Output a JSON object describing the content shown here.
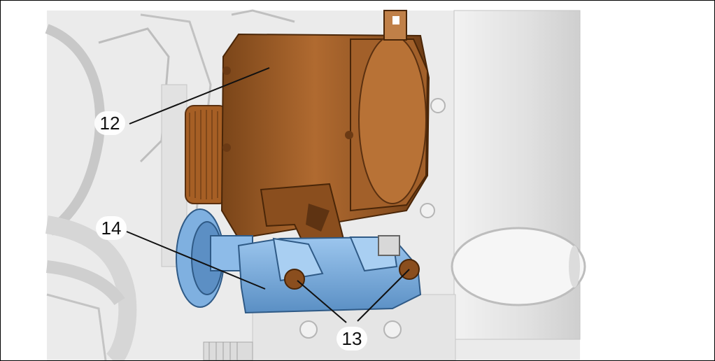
{
  "figure": {
    "callouts": [
      {
        "id": "12",
        "label": "12"
      },
      {
        "id": "14",
        "label": "14"
      },
      {
        "id": "13",
        "label": "13"
      }
    ],
    "colors": {
      "alternator": "#9c5a26",
      "alternator_dark": "#6e3d17",
      "bracket": "#6fa3d6",
      "bracket_dark": "#3f6f9e",
      "engine_bg": "#e9e9e9",
      "line": "#111111"
    }
  }
}
